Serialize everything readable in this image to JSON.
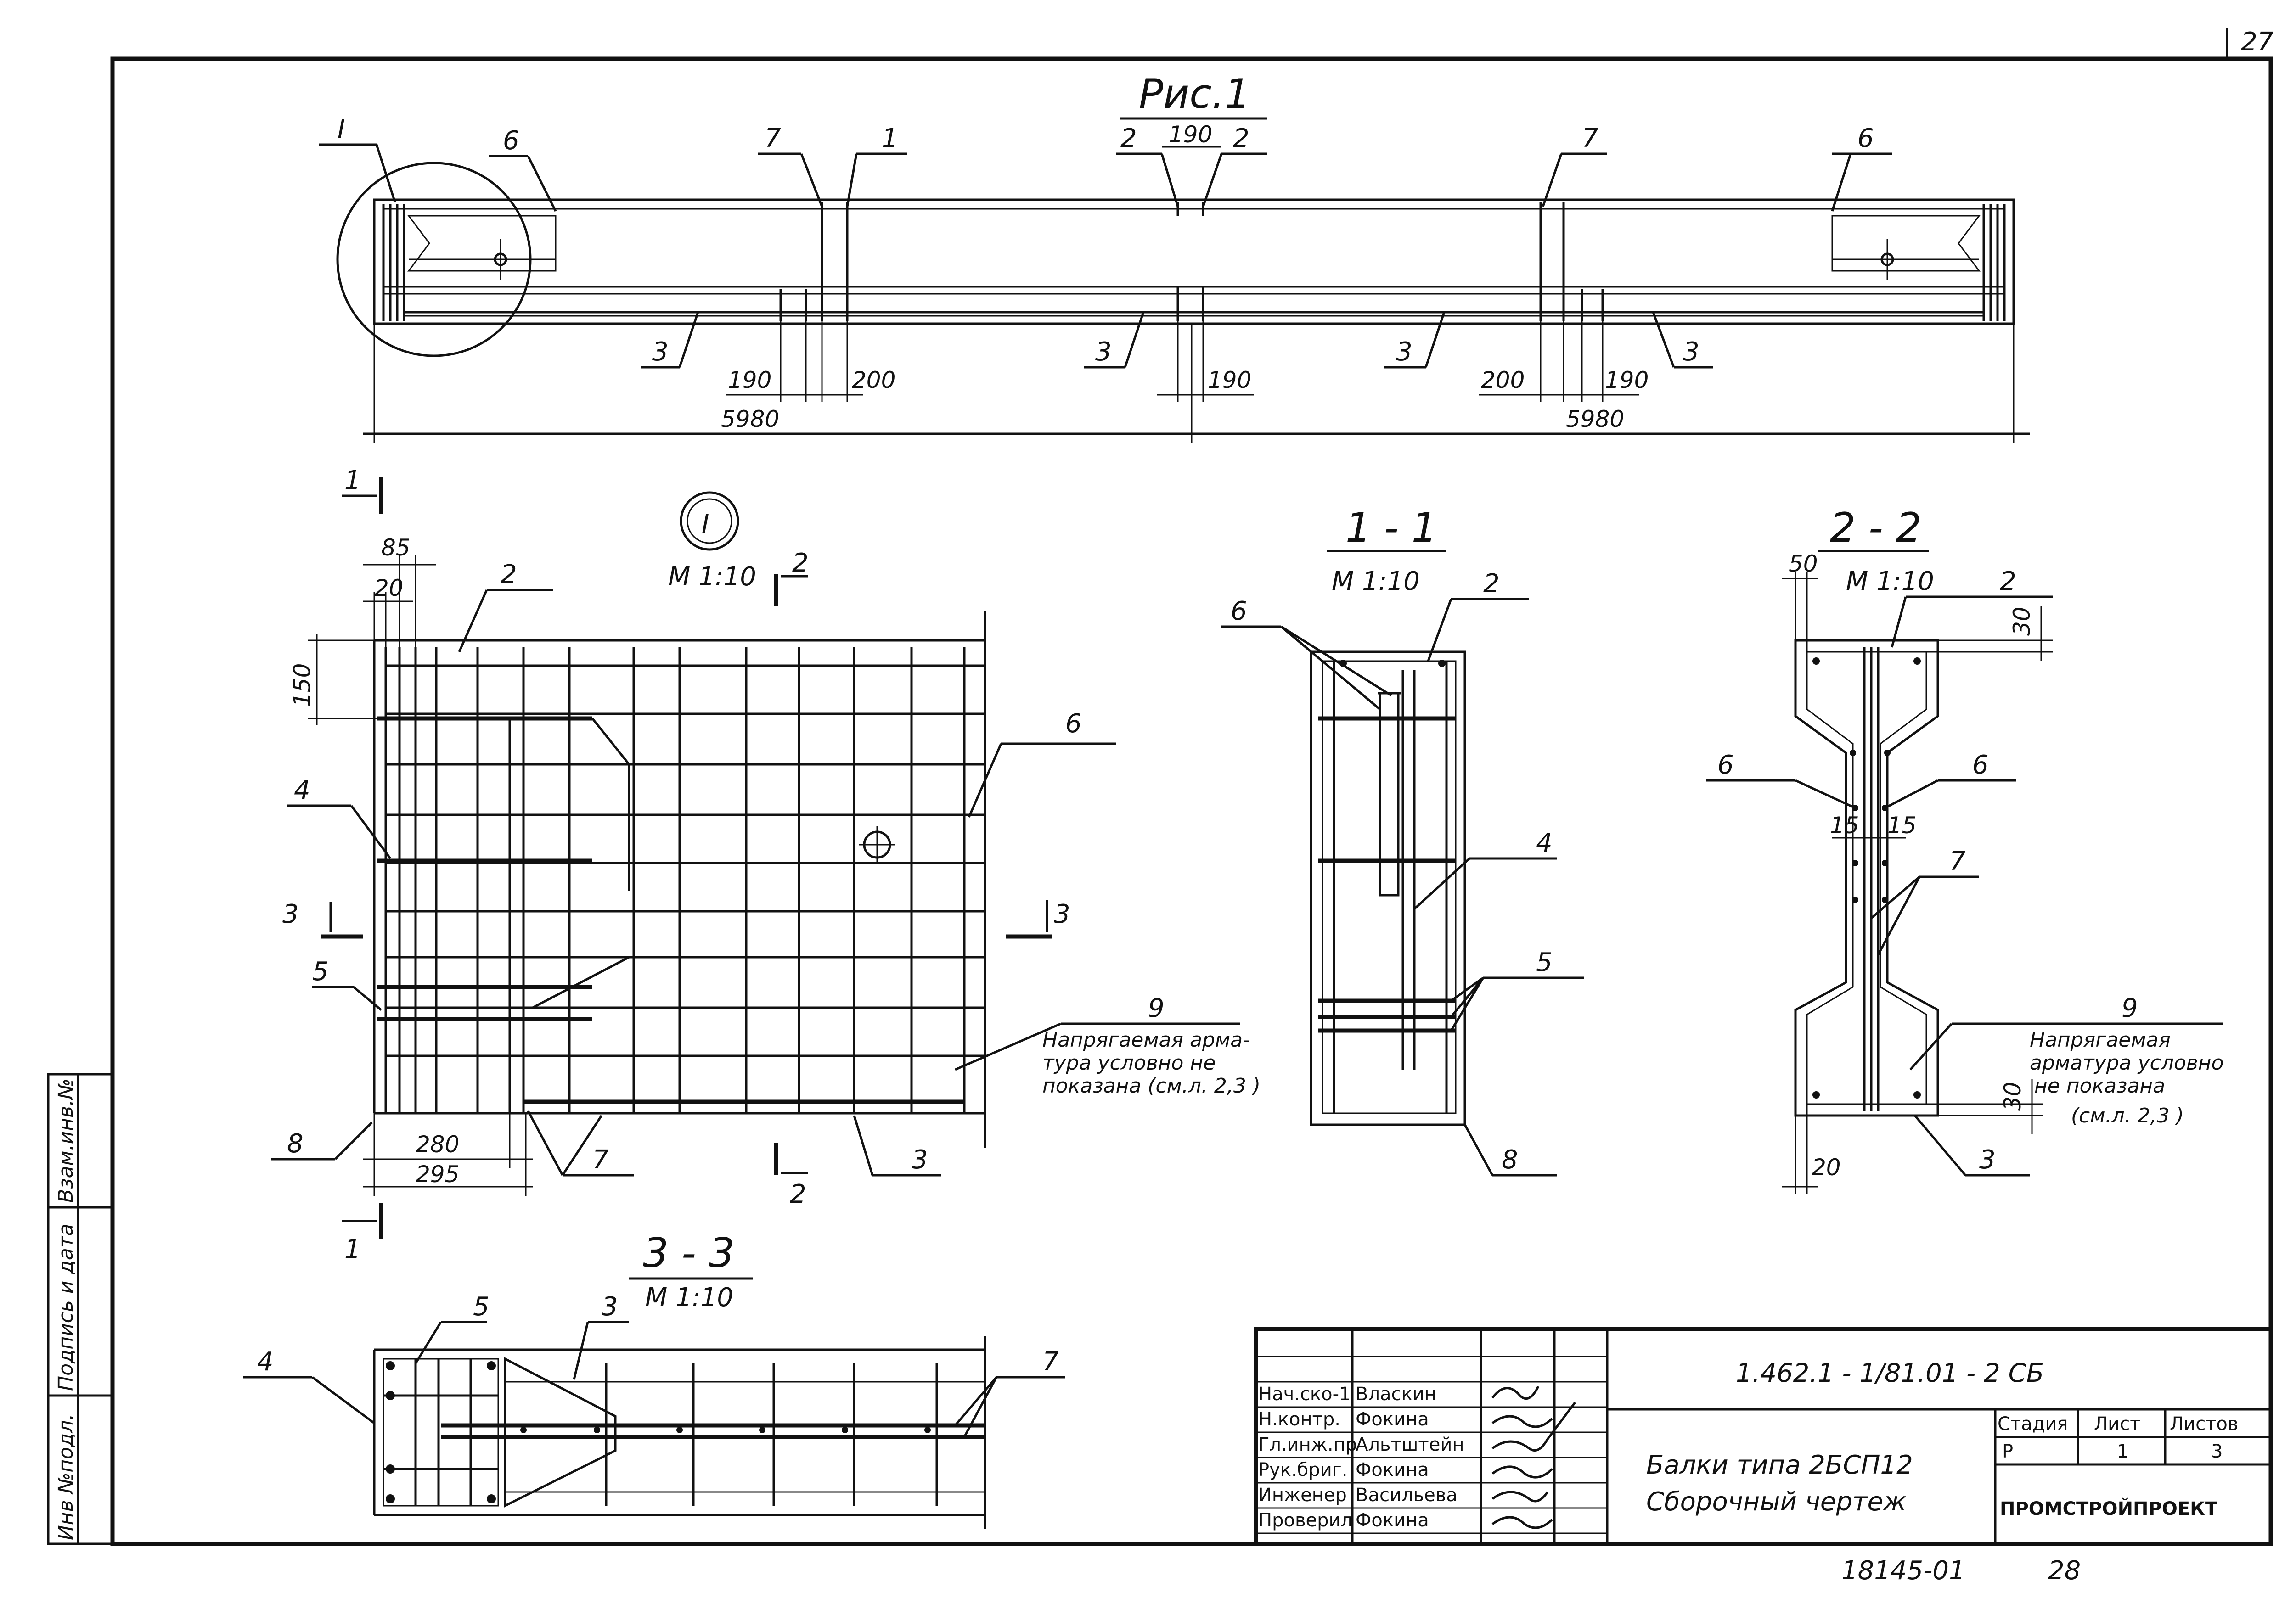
{
  "page_number": "27",
  "fig_title": "Рис.1",
  "fig1": {
    "marks": {
      "m_I": "I",
      "m6a": "6",
      "m7a": "7",
      "m1": "1",
      "m2a": "2",
      "m2b": "2",
      "m7b": "7",
      "m6b": "6",
      "m3a": "3",
      "m3b": "3",
      "m3c": "3",
      "m3d": "3"
    },
    "dims": {
      "d190top": "190",
      "d190l": "190",
      "d200l": "200",
      "d190c": "190",
      "d200r": "200",
      "d190r": "190",
      "d5980l": "5980",
      "d5980r": "5980"
    }
  },
  "detail_I": {
    "callout": "I",
    "scale": "М 1:10",
    "cut2": "2",
    "cut2b": "2",
    "cut1": "1",
    "cut1b": "1",
    "cut3": "3",
    "cut3b": "3",
    "d85": "85",
    "d20": "20",
    "d150": "150",
    "d280": "280",
    "d295": "295",
    "m2": "2",
    "m6": "6",
    "m4": "4",
    "m5": "5",
    "m8": "8",
    "m7": "7",
    "m3": "3",
    "m9": "9",
    "note": [
      "Напрягаемая арма-",
      "тура условно не",
      "показана (см.л. 2,3 )"
    ]
  },
  "section_1_1": {
    "title": "1 - 1",
    "scale": "М 1:10",
    "m6": "6",
    "m2": "2",
    "m4": "4",
    "m5": "5",
    "m8": "8"
  },
  "section_2_2": {
    "title": "2 - 2",
    "scale": "М 1:10",
    "d50": "50",
    "d30a": "30",
    "m2": "2",
    "m6a": "6",
    "m6b": "6",
    "d15a": "15",
    "d15b": "15",
    "m7": "7",
    "m9": "9",
    "d30b": "30",
    "d20": "20",
    "m3": "3",
    "note": [
      "Напрягаемая",
      "арматура условно",
      "не показана",
      "(см.л. 2,3 )"
    ]
  },
  "section_3_3": {
    "title": "3 - 3",
    "scale": "М 1:10",
    "m5": "5",
    "m3": "3",
    "m4": "4",
    "m7": "7"
  },
  "side_stamp": {
    "c1": "Инв №подл.",
    "c2": "Подпись и дата",
    "c3": "Взам.инв.№"
  },
  "title_block": {
    "doc_code": "1.462.1 - 1/81.01 - 2  СБ",
    "roles": [
      "Нач.ско-1",
      "Н.контр.",
      "Гл.инж.пр",
      "Рук.бриг.",
      "Инженер",
      "Проверил"
    ],
    "names": [
      "Власкин",
      "Фокина",
      "Альтштейн",
      "Фокина",
      "Васильева",
      "Фокина"
    ],
    "title_line1": "Балки типа 2БСП12",
    "title_line2": "Сборочный  чертеж",
    "stage_h": "Стадия",
    "sheet_h": "Лист",
    "sheets_h": "Листов",
    "stage": "Р",
    "sheet": "1",
    "sheets": "3",
    "org": "ПРОМСТРОЙПРОЕКТ"
  },
  "footer_code": "18145-01",
  "footer_page": "28"
}
